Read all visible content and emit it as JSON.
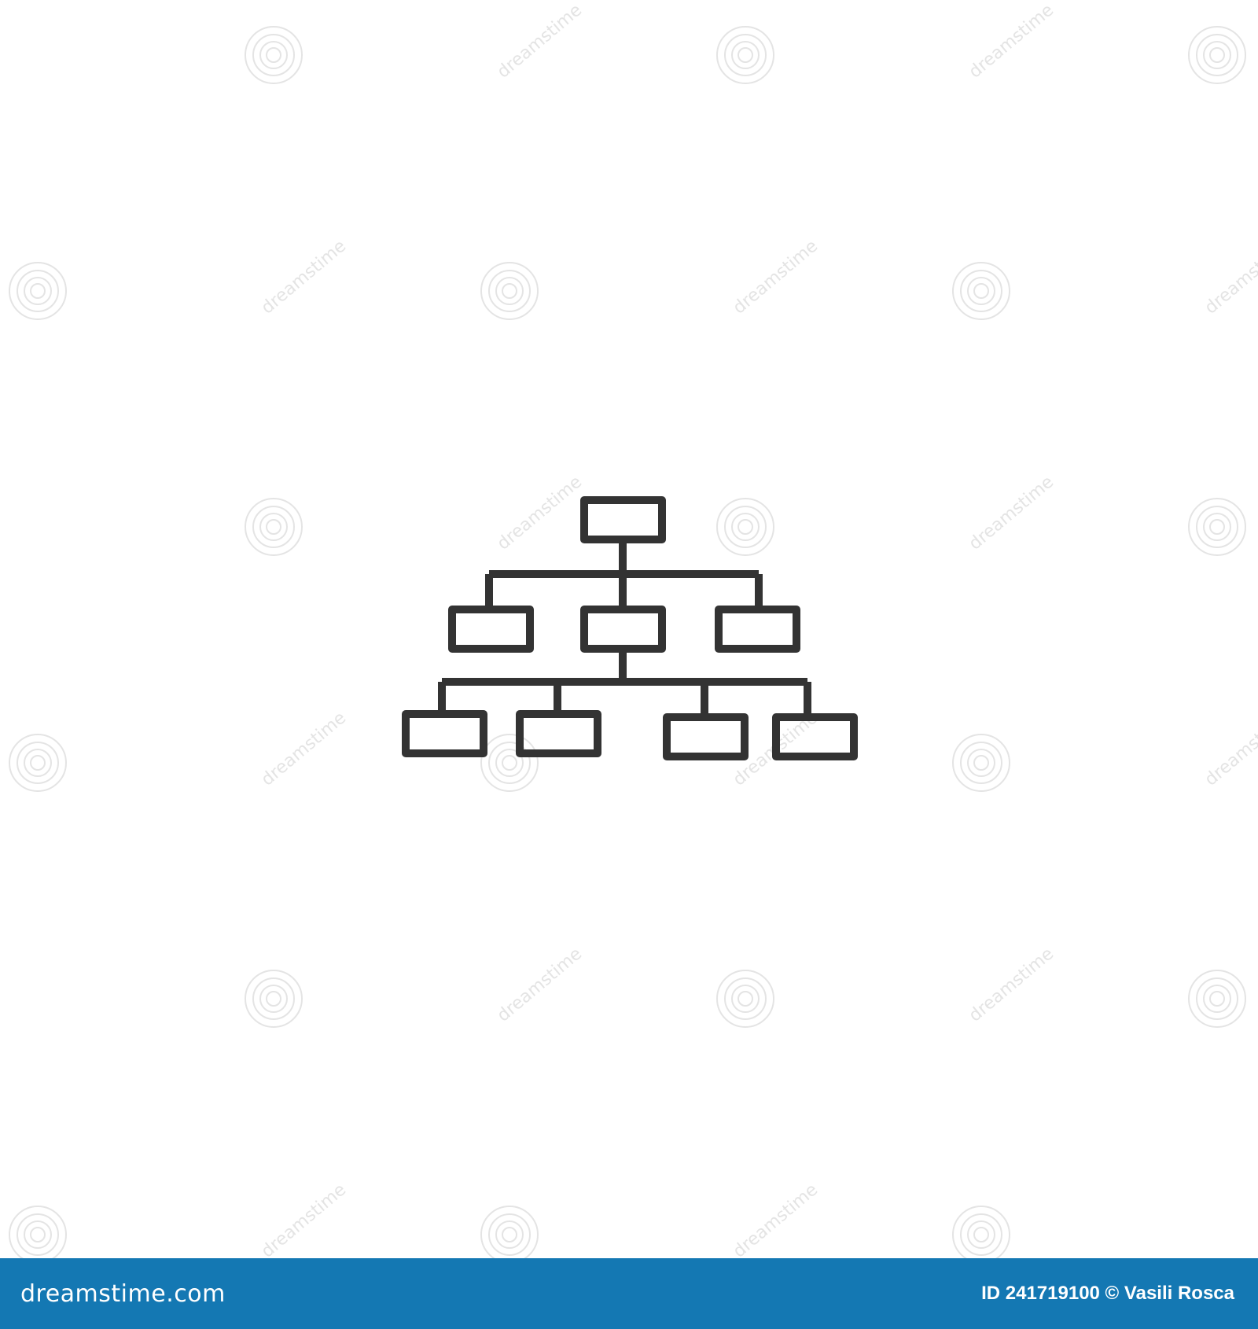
{
  "footer": {
    "brand": "dreamstime.com",
    "credit": "ID 241719100 © Vasili Rosca"
  },
  "watermark": {
    "text": "dreamstime"
  },
  "colors": {
    "icon_stroke": "#333333",
    "footer_background": "#1478b3",
    "footer_text": "#ffffff",
    "watermark": "#e4e4e4"
  },
  "icon": {
    "name": "hierarchy-org-chart-icon",
    "levels": [
      1,
      3,
      4
    ]
  }
}
